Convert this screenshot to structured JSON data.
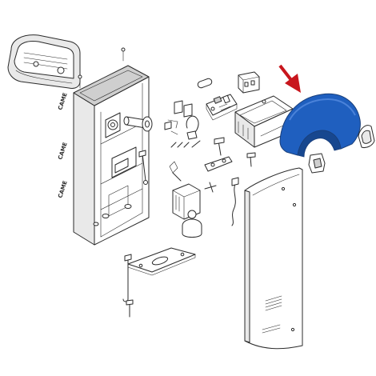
{
  "diagram": {
    "brand_mark": "CAME",
    "highlight_color": "#1f5fbf",
    "arrow_color": "#c8161d",
    "line_color": "#2b2b2b",
    "background": "#ffffff",
    "parts": [
      "motor-cover",
      "barrier-cabinet",
      "motor-shaft",
      "control-board",
      "control-box",
      "highlighted-top-cover",
      "side-cap",
      "lock-cylinder",
      "gearmotor",
      "spring-assembly",
      "cabinet-door",
      "anchor-plate",
      "anchor-bolts"
    ]
  }
}
